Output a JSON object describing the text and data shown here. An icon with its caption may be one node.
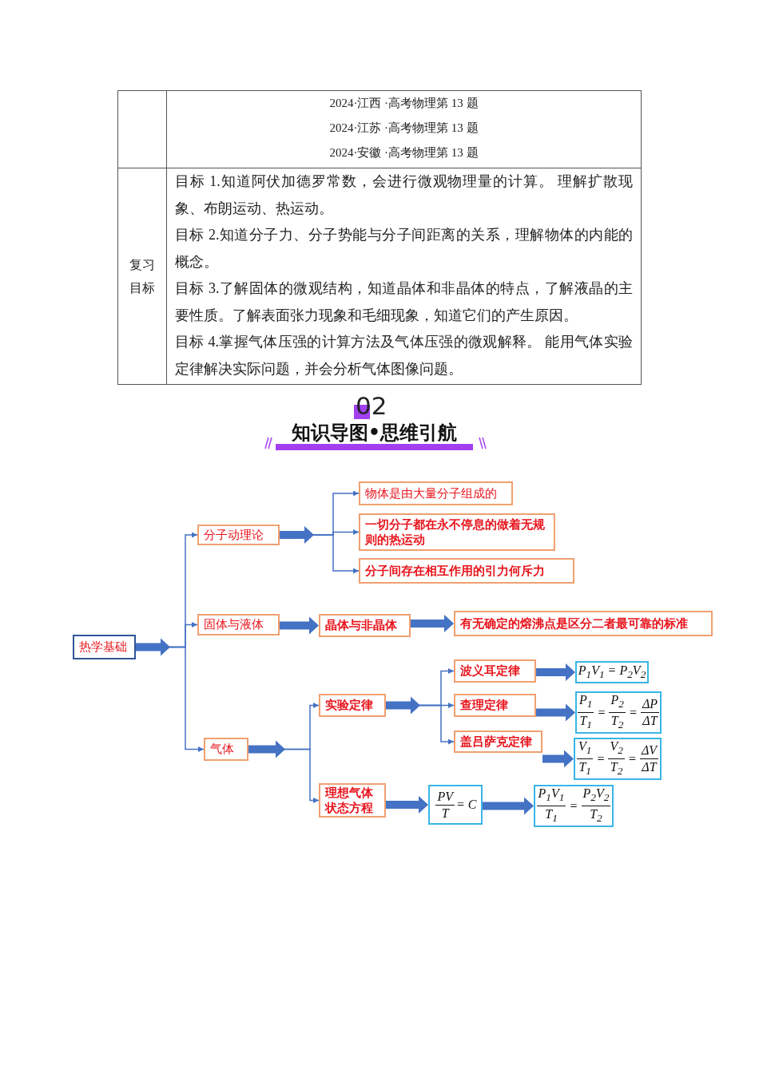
{
  "diagram": {
    "title": "知识导图•思维引航",
    "nodes": [
      {
        "text": [
          "热学基础"
        ]
      },
      {
        "text": [
          "分子动理论"
        ]
      },
      {
        "text": [
          "物体是由大量分子组成的"
        ]
      },
      {
        "text": [
          "一切分子都在永不停息的做着无规则的热运动"
        ]
      },
      {
        "text": [
          "分子间存在相互作用的引力何斥力"
        ]
      },
      {
        "text": [
          "固体与液体"
        ]
      },
      {
        "text": [
          "晶体与非晶体"
        ]
      },
      {
        "text": [
          "有无确定的熔沸点是区分二者最可靠的标准"
        ]
      },
      {
        "text": [
          "气体"
        ]
      },
      {
        "text": [
          "实验定律"
        ]
      },
      {
        "text": [
          "波义耳定律"
        ]
      },
      {
        "text": [
          "查理定律"
        ]
      },
      {
        "text": [
          "盖吕萨克定律"
        ]
      },
      {
        "text": [
          "P$_{1}$V$_{1}$ = P$_{2}$V$_{2}$"
        ]
      },
      {
        "text": [
          "P$_{1}$",
          "T$_{1}$",
          "=",
          "P$_{2}$",
          "T$_{2}$",
          "=",
          "ΔP",
          "ΔT"
        ]
      },
      {
        "text": [
          "V$_{1}$",
          "T$_{1}$",
          "=",
          "V$_{2}$",
          "T$_{2}$",
          "=",
          "ΔV",
          "ΔT"
        ]
      },
      {
        "text": [
          "理想气体状态方程"
        ]
      },
      {
        "text": [
          "PV",
          "T",
          "= C"
        ]
      },
      {
        "text": [
          "P$_{1}$V$_{1}$",
          "T$_{1}$",
          "=",
          "P$_{2}$V$_{2}$",
          "T$_{2}$"
        ]
      }
    ],
    "edges": [
      {
        "from": 0,
        "to": 1,
        "arrow": "to"
      },
      {
        "from": 0,
        "to": 5,
        "arrow": "to"
      },
      {
        "from": 0,
        "to": 8,
        "arrow": "to"
      },
      {
        "from": 1,
        "to": 2,
        "arrow": "to"
      },
      {
        "from": 1,
        "to": 3,
        "arrow": "to"
      },
      {
        "from": 1,
        "to": 4,
        "arrow": "to"
      },
      {
        "from": 5,
        "to": 6,
        "arrow": "to"
      },
      {
        "from": 6,
        "to": 7,
        "arrow": "to"
      },
      {
        "from": 8,
        "to": 9,
        "arrow": "to"
      },
      {
        "from": 8,
        "to": 16,
        "arrow": "to"
      },
      {
        "from": 9,
        "to": 10,
        "arrow": "to"
      },
      {
        "from": 9,
        "to": 11,
        "arrow": "to"
      },
      {
        "from": 9,
        "to": 12,
        "arrow": "to"
      },
      {
        "from": 10,
        "to": 13,
        "arrow": "to"
      },
      {
        "from": 11,
        "to": 14,
        "arrow": "to"
      },
      {
        "from": 12,
        "to": 15,
        "arrow": "to"
      },
      {
        "from": 16,
        "to": 17,
        "arrow": "to"
      },
      {
        "from": 17,
        "to": 18,
        "arrow": "to"
      }
    ],
    "labels": [
      "2024·江西 ·高考物理第 13 题",
      "2024·江苏 ·高考物理第 13 题",
      "2024·安徽 ·高考物理第 13 题",
      "复习目标",
      "目标 1.知道阿伏加德罗常数，会进行微观物理量的计算。 理解扩散现象、布朗运动、热运动。",
      "目标 2.知道分子力、分子势能与分子间距离的关系，理解物体的内能的概念。",
      "目标 3.了解固体的微观结构，知道晶体和非晶体的特点，了解液晶的主要性质。了解表面张力现象和毛细现象，知道它们的产生原因。",
      "目标 4.掌握气体压强的计算方法及气体压强的微观解释。 能用气体实验定律解决实际问题，并会分析气体图像问题。",
      "02"
    ]
  }
}
